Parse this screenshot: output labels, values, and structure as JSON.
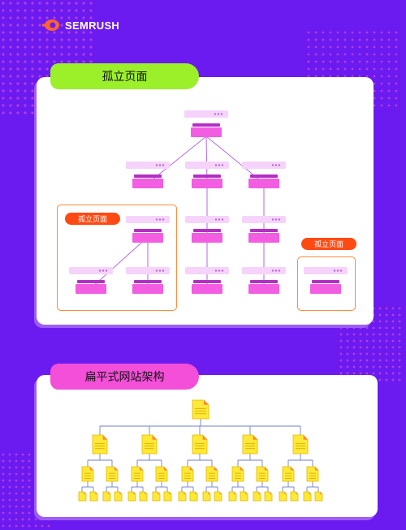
{
  "brand": {
    "logo_text": "SEMRUSH"
  },
  "section1": {
    "title": "孤立页面",
    "orphan_label_left": "孤立页面",
    "orphan_label_right": "孤立页面"
  },
  "section2": {
    "title": "扁平式网站架构"
  },
  "colors": {
    "background": "#6b1bf0",
    "accent_orange": "#ff4a14",
    "node_pink": "#f35de2",
    "node_bar": "#f6d3fb",
    "doc_yellow": "#ffe936",
    "pill_green": "#9cf02a",
    "pill_pink": "#f34fd8"
  }
}
